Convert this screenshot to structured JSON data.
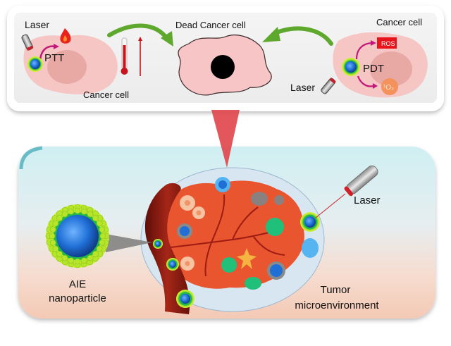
{
  "top_panel": {
    "left": {
      "laser_label": "Laser",
      "therapy_label": "PTT",
      "cell_label": "Cancer cell"
    },
    "center": {
      "cell_label": "Dead Cancer cell"
    },
    "right": {
      "cell_label": "Cancer cell",
      "therapy_label": "PDT",
      "laser_label": "Laser",
      "ros_badge": "ROS",
      "singlet_oxygen": "¹O₂"
    }
  },
  "bottom_panel": {
    "nanoparticle_label_line1": "AIE",
    "nanoparticle_label_line2": "nanoparticle",
    "laser_label": "Laser",
    "tumor_label_line1": "Tumor",
    "tumor_label_line2": "microenvironment"
  },
  "colors": {
    "cell_pink": "#f5c6c4",
    "nucleus": "#e5a3a0",
    "arrow_green": "#5fa82e",
    "beam_red": "#e0444a",
    "tumor_orange": "#e8552e",
    "vessel_red": "#8e1a12",
    "np_core": "#1f6fd6",
    "np_shell": "#b6e62a",
    "ros_red": "#e8141b",
    "o2_orange": "#f5915a"
  }
}
